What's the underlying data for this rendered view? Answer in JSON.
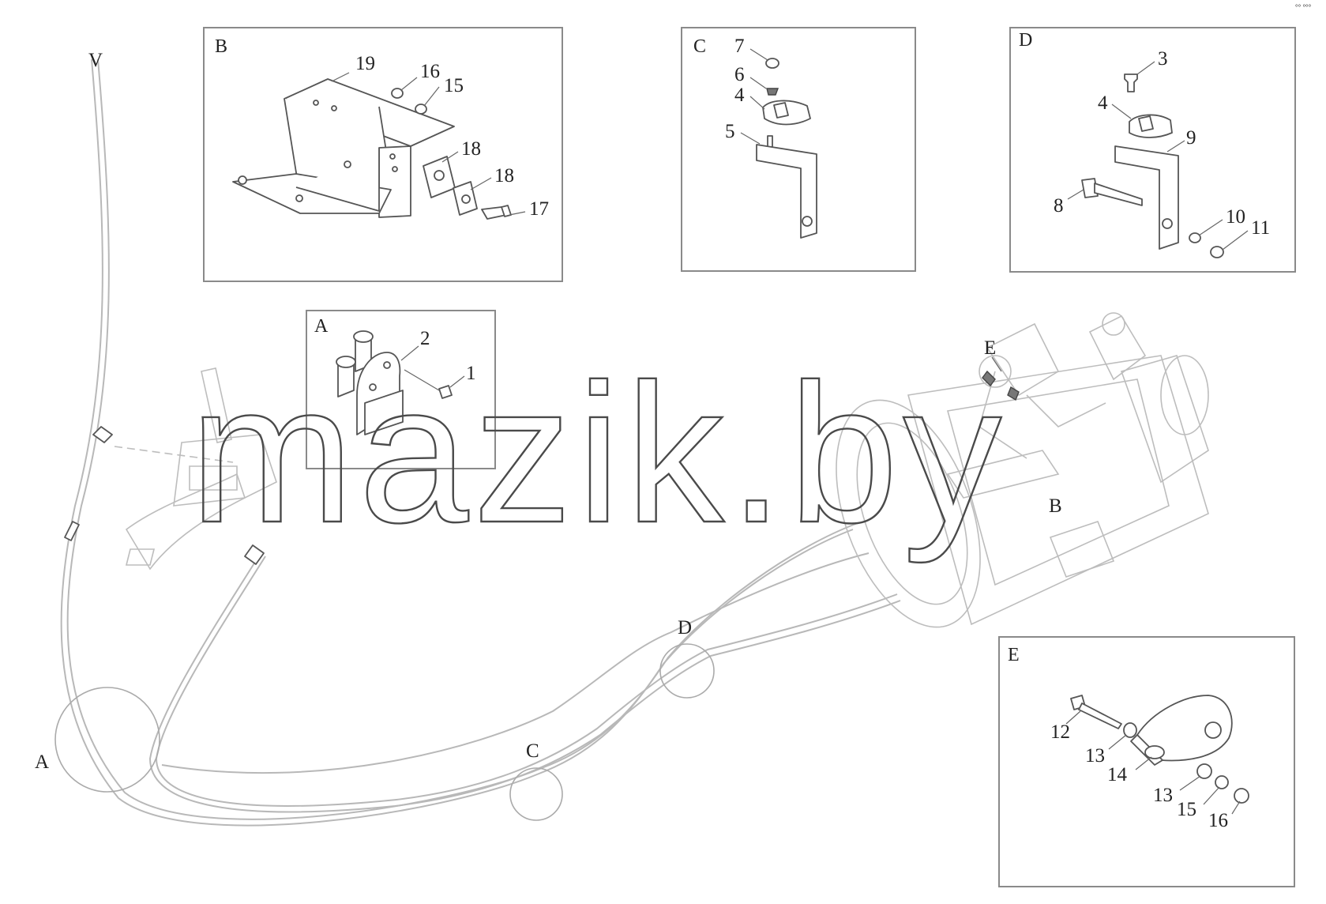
{
  "watermark": "mazik.by",
  "corner_mark": "°° °°°",
  "cable_end_label": "V",
  "panels": {
    "B": {
      "letter": "B",
      "callouts": [
        "19",
        "16",
        "15",
        "18",
        "18",
        "17"
      ]
    },
    "C": {
      "letter": "C",
      "callouts": [
        "7",
        "6",
        "4",
        "5"
      ]
    },
    "D": {
      "letter": "D",
      "callouts": [
        "3",
        "4",
        "9",
        "8",
        "10",
        "11"
      ]
    },
    "A": {
      "letter": "A",
      "callouts": [
        "2",
        "1"
      ]
    },
    "E": {
      "letter": "E",
      "callouts": [
        "12",
        "13",
        "14",
        "13",
        "15",
        "16"
      ]
    }
  },
  "locators": {
    "A": "A",
    "C": "C",
    "D": "D",
    "E": "E",
    "B": "B"
  }
}
